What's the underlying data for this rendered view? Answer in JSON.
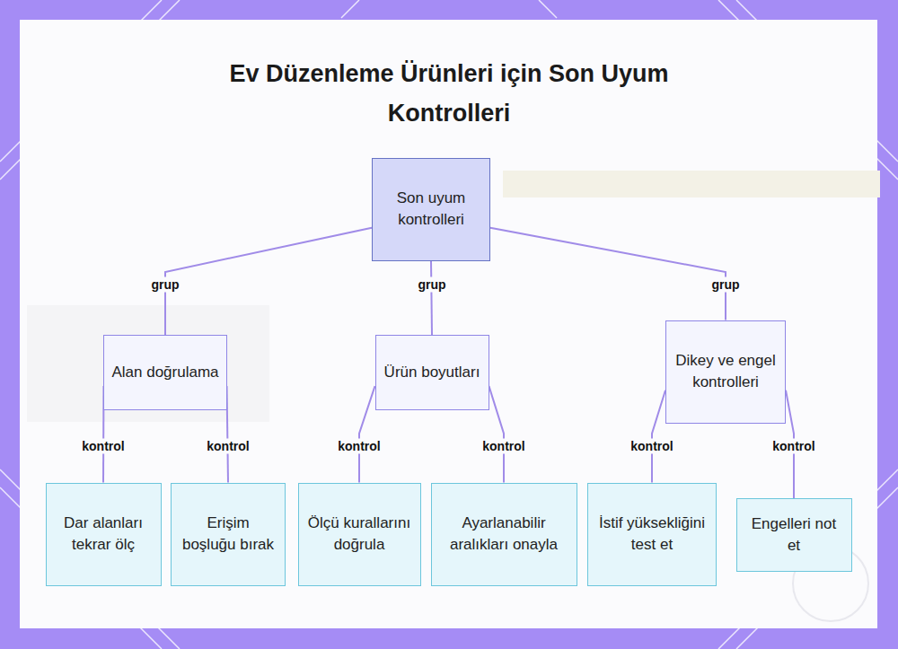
{
  "diagram": {
    "title": "Ev Düzenleme Ürünleri için Son Uyum Kontrolleri",
    "nodes": [
      {
        "text": [
          "Son uyum kontrolleri"
        ]
      },
      {
        "text": [
          "Alan doğrulama"
        ]
      },
      {
        "text": [
          "Ürün boyutları"
        ]
      },
      {
        "text": [
          "Dikey ve engel kontrolleri"
        ]
      },
      {
        "text": [
          "Dar alanları tekrar ölç"
        ]
      },
      {
        "text": [
          "Erişim boşluğu bırak"
        ]
      },
      {
        "text": [
          "Ölçü kurallarını doğrula"
        ]
      },
      {
        "text": [
          "Ayarlanabilir aralıkları onayla"
        ]
      },
      {
        "text": [
          "İstif yüksekliğini test et"
        ]
      },
      {
        "text": [
          "Engelleri not et"
        ]
      }
    ],
    "edges": [
      {
        "from": 0,
        "to": 1,
        "label": "grup",
        "arrow": "none"
      },
      {
        "from": 0,
        "to": 2,
        "label": "grup",
        "arrow": "none"
      },
      {
        "from": 0,
        "to": 3,
        "label": "grup",
        "arrow": "none"
      },
      {
        "from": 1,
        "to": 4,
        "label": "kontrol",
        "arrow": "none"
      },
      {
        "from": 1,
        "to": 5,
        "label": "kontrol",
        "arrow": "none"
      },
      {
        "from": 2,
        "to": 6,
        "label": "kontrol",
        "arrow": "none"
      },
      {
        "from": 2,
        "to": 7,
        "label": "kontrol",
        "arrow": "none"
      },
      {
        "from": 3,
        "to": 8,
        "label": "kontrol",
        "arrow": "none"
      },
      {
        "from": 3,
        "to": 9,
        "label": "kontrol",
        "arrow": "none"
      }
    ]
  }
}
